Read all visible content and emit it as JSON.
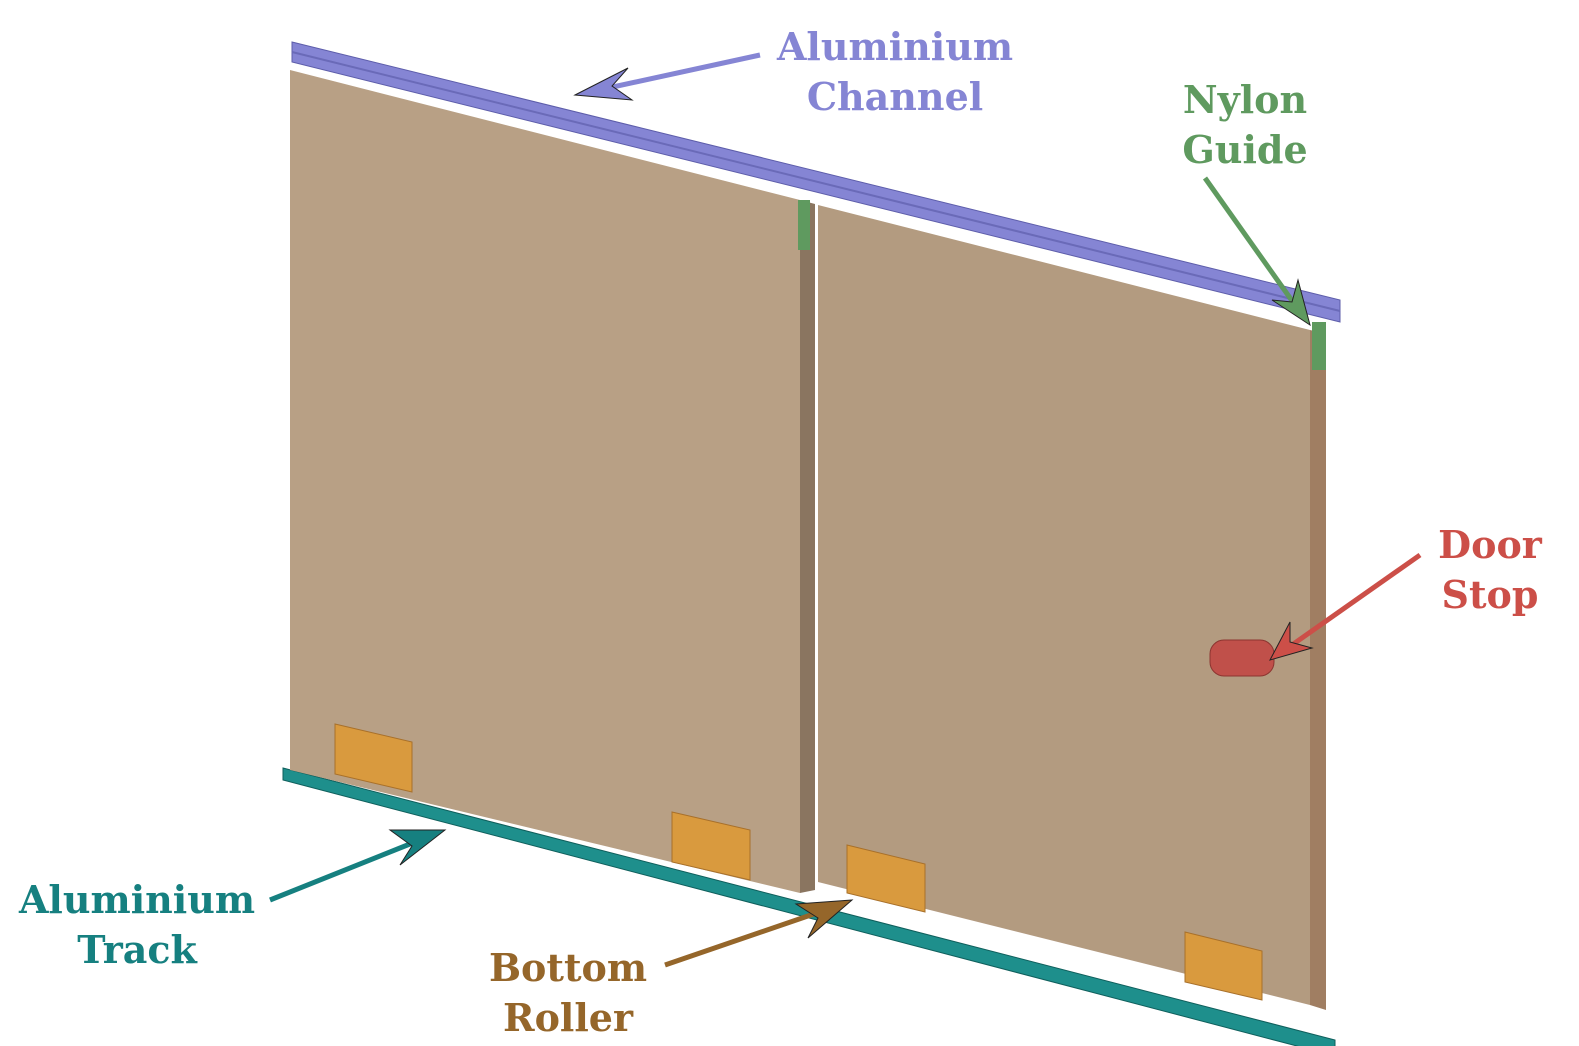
{
  "labels": {
    "aluminium_channel": [
      "Aluminium",
      "Channel"
    ],
    "nylon_guide": [
      "Nylon",
      "Guide"
    ],
    "door_stop": [
      "Door",
      "Stop"
    ],
    "aluminium_track": [
      "Aluminium",
      "Track"
    ],
    "bottom_roller": [
      "Bottom",
      "Roller"
    ]
  },
  "colors": {
    "channel": "#8585d4",
    "nylon": "#5f9a5f",
    "door_stop": "#cc4f48",
    "track": "#168080",
    "roller": "#95662a",
    "door": "#b79f84",
    "roller_plate": "#d99a3e"
  }
}
